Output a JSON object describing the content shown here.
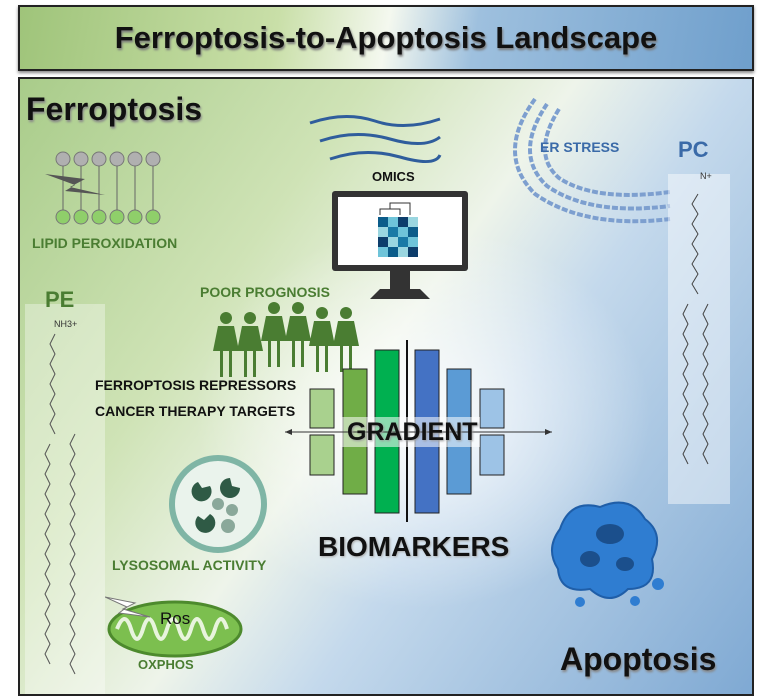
{
  "header": {
    "title": "Ferroptosis-to-Apoptosis Landscape"
  },
  "corners": {
    "top_left": "Ferroptosis",
    "bottom_right": "Apoptosis"
  },
  "labels": {
    "lipid_peroxidation": "LIPID PEROXIDATION",
    "omics": "OMICS",
    "er_stress": "ER STRESS",
    "poor_prognosis": "POOR PROGNOSIS",
    "ferroptosis_repressors": "FERROPTOSIS REPRESSORS",
    "cancer_therapy_targets": "CANCER THERAPY TARGETS",
    "gradient": "GRADIENT",
    "biomarkers": "BIOMARKERS",
    "lysosomal_activity": "LYSOSOMAL ACTIVITY",
    "ros": "Ros",
    "oxphos": "OXPHOS"
  },
  "molecules": {
    "pe": {
      "name": "PE",
      "group": "NH3+"
    },
    "pc": {
      "name": "PC",
      "group": "N+"
    }
  },
  "colors": {
    "ferroptosis_green": "#4a7d32",
    "apoptosis_blue": "#3a6aa8",
    "bar_green": "#00b050",
    "bar_blue": "#4472c4"
  }
}
